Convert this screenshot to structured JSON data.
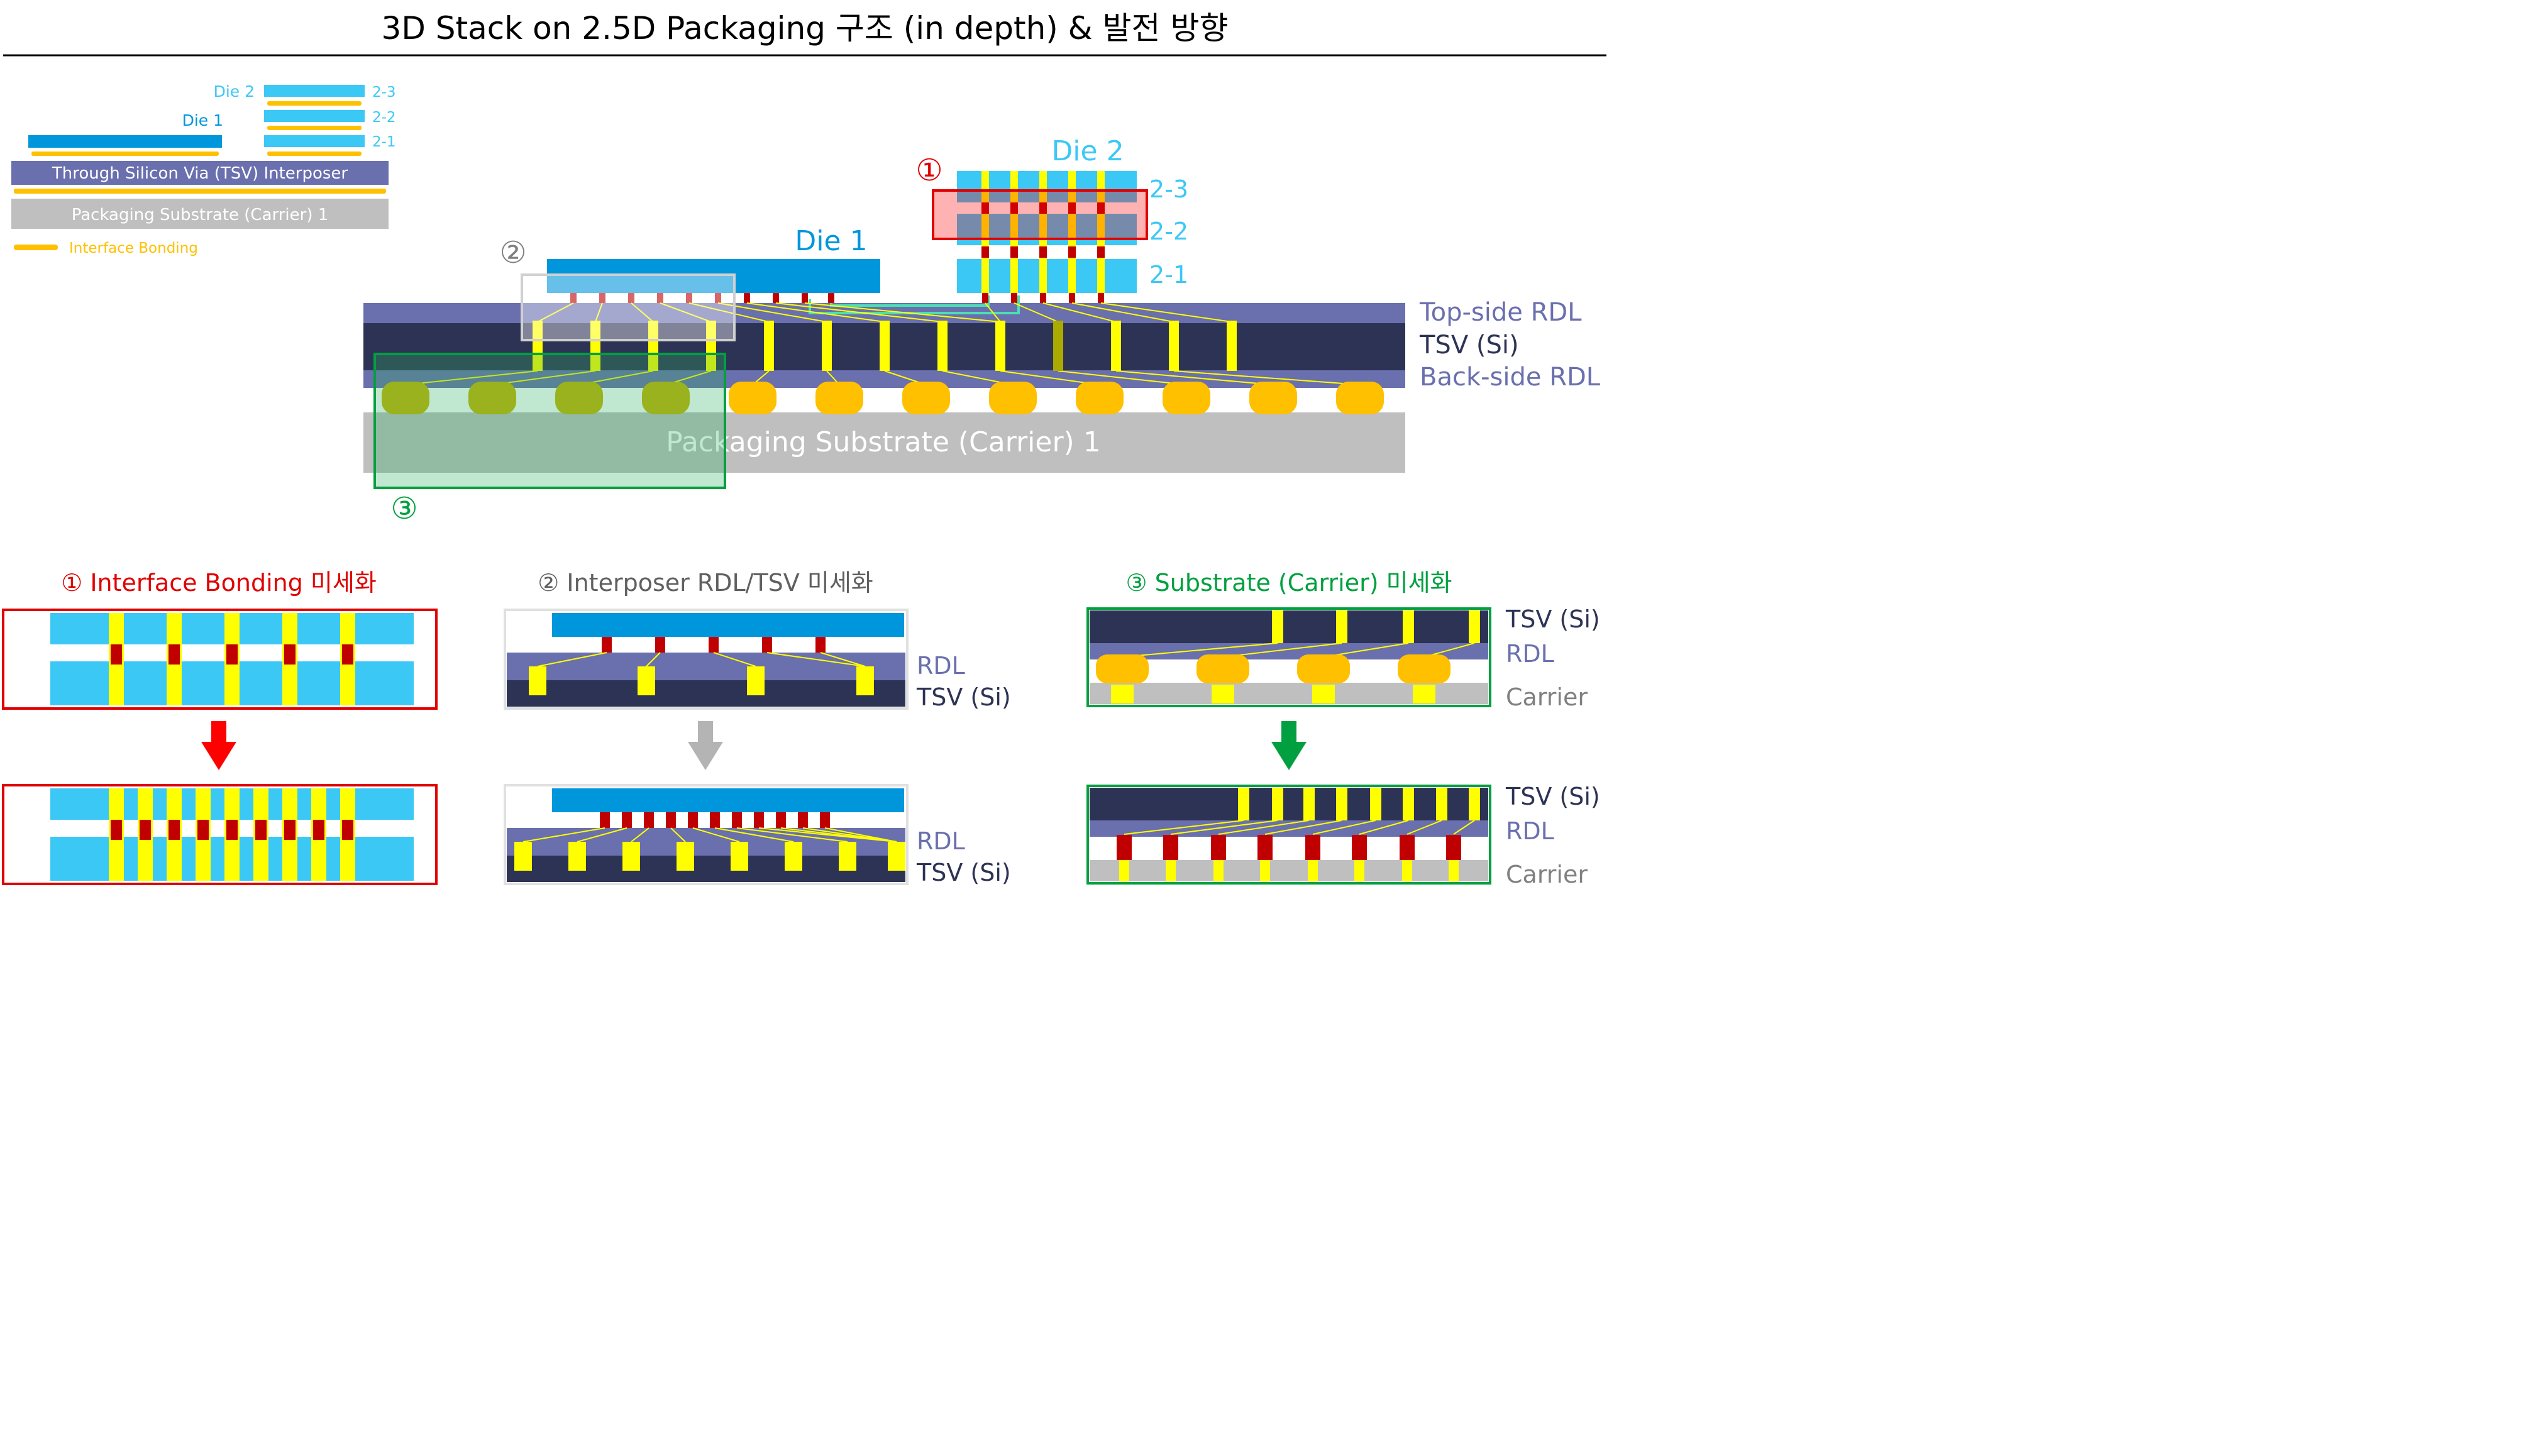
{
  "title": "3D Stack on 2.5D Packaging 구조 (in depth) & 발전 방향",
  "colors": {
    "die1": "#0096dc",
    "die2": "#3cc8f5",
    "interposer": "#6a6fae",
    "tsv_body": "#2d3354",
    "substrate": "#bfbfbf",
    "bonding": "#ffc000",
    "tsv_via": "#ffff00",
    "micro_bump": "#c00000",
    "red_accent": "#ff0000",
    "gray_accent": "#a0a0a0",
    "green_accent": "#00a040",
    "rdl_text": "#6a6fae"
  },
  "legend": {
    "die2": "Die 2",
    "die1": "Die 1",
    "l23": "2-3",
    "l22": "2-2",
    "l21": "2-1",
    "interposer": "Through Silicon Via (TSV) Interposer",
    "substrate": "Packaging Substrate (Carrier) 1",
    "bonding": "Interface Bonding"
  },
  "main": {
    "die1": "Die 1",
    "die2": "Die 2",
    "l23": "2-3",
    "l22": "2-2",
    "l21": "2-1",
    "top_rdl": "Top-side RDL",
    "tsv": "TSV (Si)",
    "back_rdl": "Back-side RDL",
    "substrate": "Packaging Substrate (Carrier) 1",
    "marker1": "①",
    "marker2": "②",
    "marker3": "③"
  },
  "panels": {
    "p1_title": "① Interface Bonding 미세화",
    "p2_title": "② Interposer RDL/TSV 미세화",
    "p3_title": "③ Substrate (Carrier) 미세화",
    "rdl": "RDL",
    "tsv": "TSV (Si)",
    "carrier": "Carrier"
  }
}
